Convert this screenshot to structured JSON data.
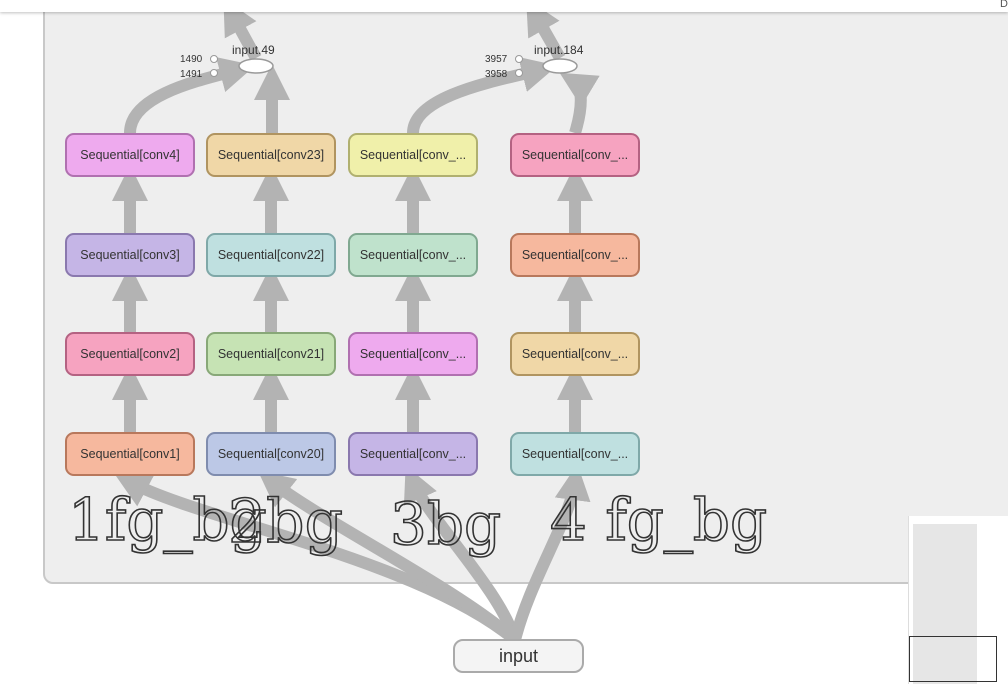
{
  "graph": {
    "input_label": "input",
    "ops": [
      {
        "label": "input.49",
        "consts": [
          "1490",
          "1491"
        ]
      },
      {
        "label": "input.184",
        "consts": [
          "3957",
          "3958"
        ]
      }
    ],
    "columns": [
      {
        "nodes": [
          {
            "label": "Sequential[conv4]",
            "color": "#eeaaee",
            "border": "#b070b0"
          },
          {
            "label": "Sequential[conv3]",
            "color": "#c5b5e6",
            "border": "#8a78ae"
          },
          {
            "label": "Sequential[conv2]",
            "color": "#f6a3c0",
            "border": "#b46282"
          },
          {
            "label": "Sequential[conv1]",
            "color": "#f6b89e",
            "border": "#b8785c"
          }
        ]
      },
      {
        "nodes": [
          {
            "label": "Sequential[conv23]",
            "color": "#f0d7a7",
            "border": "#b09460"
          },
          {
            "label": "Sequential[conv22]",
            "color": "#bfe0e0",
            "border": "#7fa8a8"
          },
          {
            "label": "Sequential[conv21]",
            "color": "#c6e3b4",
            "border": "#88a878"
          },
          {
            "label": "Sequential[conv20]",
            "color": "#bcc8e6",
            "border": "#7f8cae"
          }
        ]
      },
      {
        "nodes": [
          {
            "label": "Sequential[conv_...",
            "color": "#f0f0aa",
            "border": "#b0b070"
          },
          {
            "label": "Sequential[conv_...",
            "color": "#bfe2cc",
            "border": "#80a890"
          },
          {
            "label": "Sequential[conv_...",
            "color": "#eeaaee",
            "border": "#b070b0"
          },
          {
            "label": "Sequential[conv_...",
            "color": "#c5b5e6",
            "border": "#8a78ae"
          }
        ]
      },
      {
        "nodes": [
          {
            "label": "Sequential[conv_...",
            "color": "#f6a3c0",
            "border": "#b46282"
          },
          {
            "label": "Sequential[conv_...",
            "color": "#f6b89e",
            "border": "#b8785c"
          },
          {
            "label": "Sequential[conv_...",
            "color": "#f0d7a7",
            "border": "#b09460"
          },
          {
            "label": "Sequential[conv_...",
            "color": "#bfe0e0",
            "border": "#7fa8a8"
          }
        ]
      }
    ]
  },
  "annotations": {
    "handwriting": [
      "1fg_bg",
      "2bg",
      "3bg",
      "4 fg_bg"
    ]
  },
  "corner_letter": "D",
  "colors": {
    "edge": "#b3b3b3",
    "panel": "#eeeeee"
  }
}
